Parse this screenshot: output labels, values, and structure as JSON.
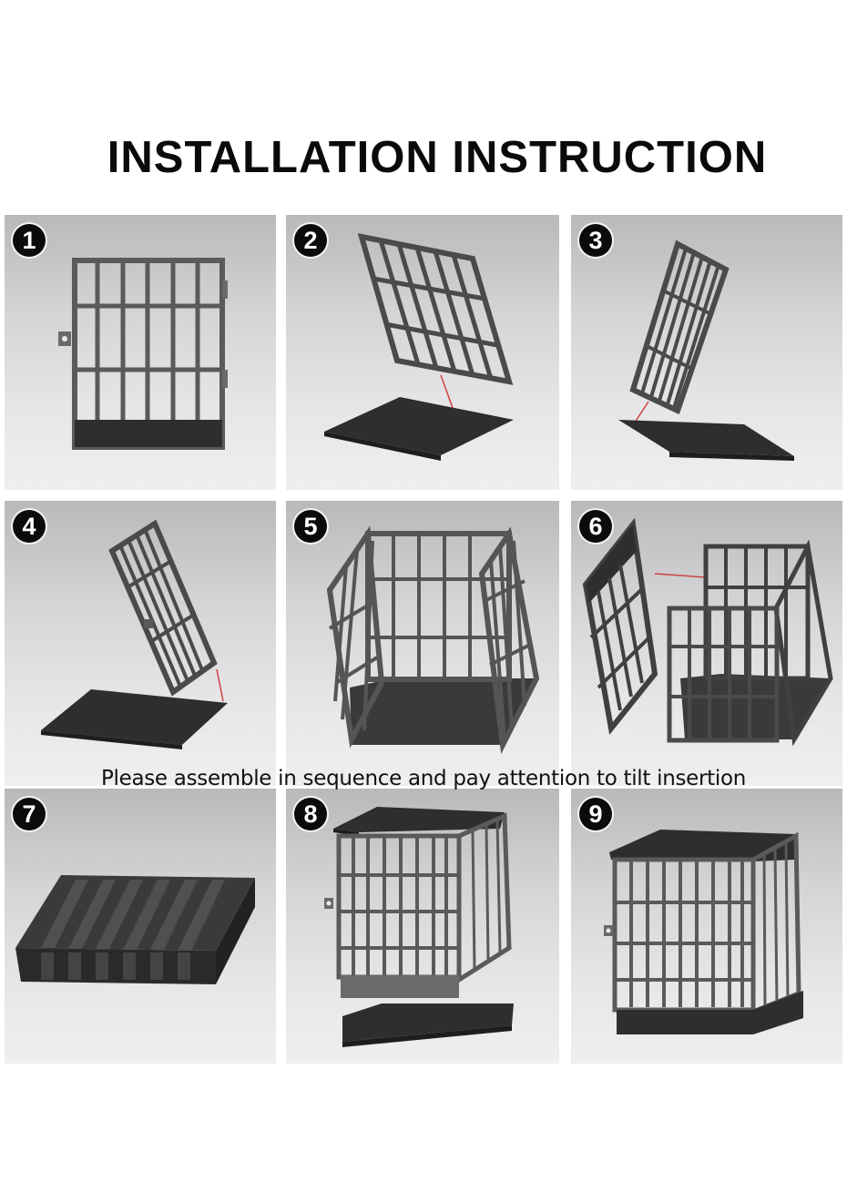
{
  "title": "INSTALLATION INSTRUCTION",
  "caption": "Please assemble in sequence and pay attention to tilt insertion",
  "colors": {
    "background": "#ffffff",
    "panel_top": "#b9b9bb",
    "panel_bottom": "#efeff1",
    "cage_bars": "#5a5a5c",
    "base_plate": "#2e2e30",
    "badge": "#0b0b0b",
    "guide_line": "#d04040"
  },
  "steps": [
    {
      "number": "1",
      "depicts": "single cage wall panel with black base strip"
    },
    {
      "number": "2",
      "depicts": "tilted wall panel above base plate"
    },
    {
      "number": "3",
      "depicts": "side panel tilted onto base plate"
    },
    {
      "number": "4",
      "depicts": "side panel inserted at tilt into base plate"
    },
    {
      "number": "5",
      "depicts": "three walls assembled on base"
    },
    {
      "number": "6",
      "depicts": "front door panel attaching to cage"
    },
    {
      "number": "7",
      "depicts": "slotted base block"
    },
    {
      "number": "8",
      "depicts": "cage with lid placed above slotted base"
    },
    {
      "number": "9",
      "depicts": "fully assembled cage"
    }
  ]
}
